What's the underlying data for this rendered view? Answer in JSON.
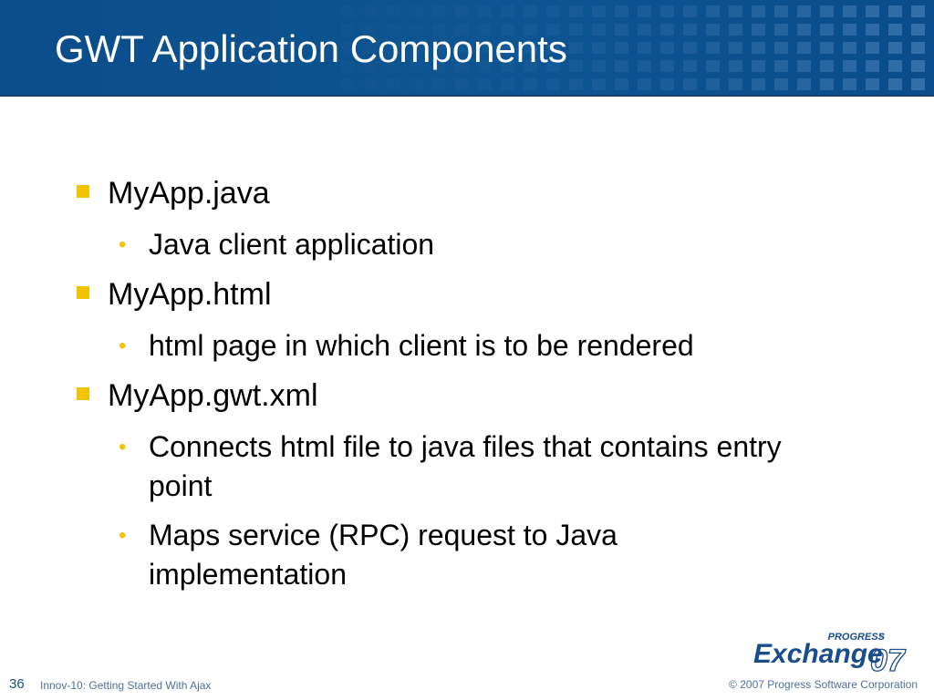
{
  "slide": {
    "title": "GWT Application Components",
    "items": [
      {
        "label": "MyApp.java",
        "subitems": [
          "Java client application"
        ]
      },
      {
        "label": "MyApp.html",
        "subitems": [
          "html page in which client is to be rendered"
        ]
      },
      {
        "label": "MyApp.gwt.xml",
        "subitems": [
          "Connects html file to java files that contains entry point",
          "Maps service (RPC) request to Java implementation"
        ]
      }
    ]
  },
  "footer": {
    "page_number": "36",
    "session": "Innov-10: Getting Started With Ajax",
    "copyright": "© 2007 Progress Software Corporation"
  },
  "logo": {
    "brand": "PROGRESS",
    "name": "Exchange",
    "year": "07"
  },
  "colors": {
    "header_blue": "#0b4d8a",
    "bullet_yellow": "#f3c200",
    "footer_text": "#4f6f9c"
  }
}
